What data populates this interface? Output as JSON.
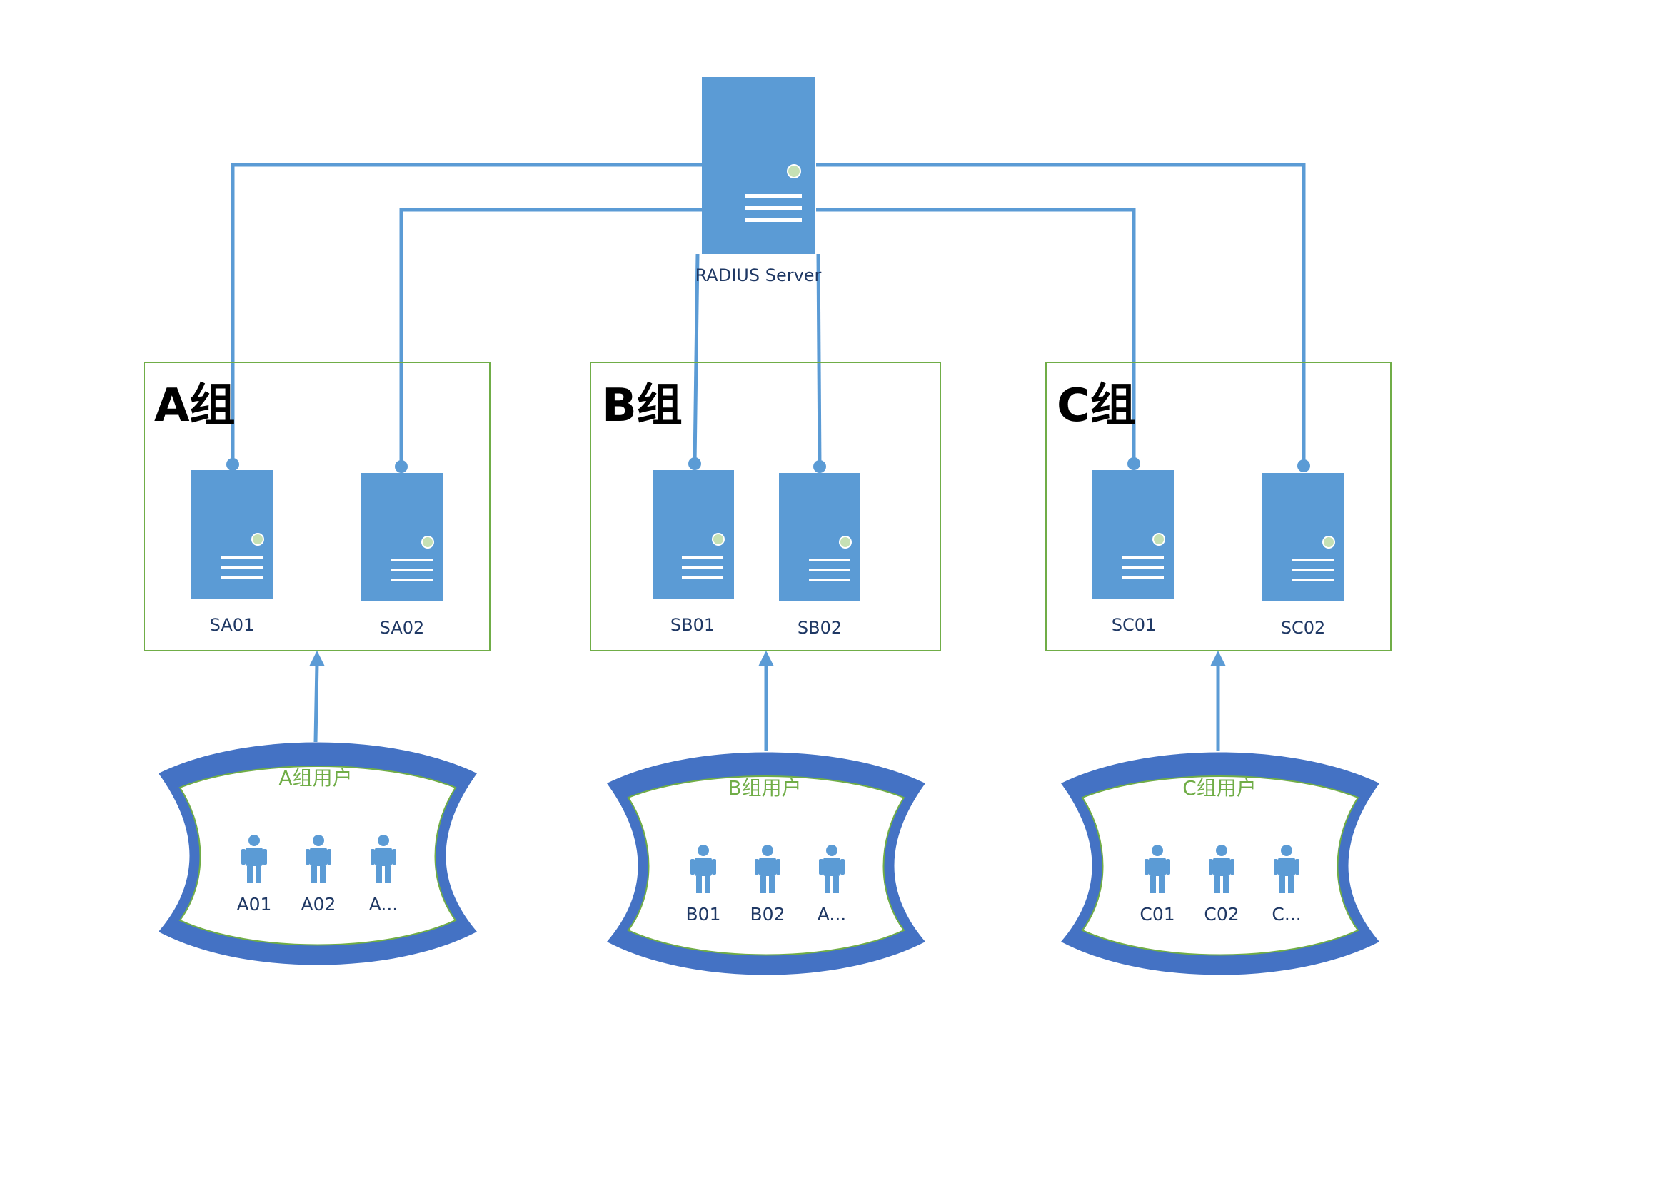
{
  "colors": {
    "server": "#5b9bd5",
    "connector": "#5b9bd5",
    "group_border": "#70ad47",
    "led": "#c5e0b4",
    "cloud_outer": "#4472c4",
    "users_title": "#70ad47",
    "label": "#1f3864"
  },
  "radius": {
    "label": "RADIUS Server"
  },
  "groups": [
    {
      "title": "A组",
      "servers": [
        {
          "label": "SA01"
        },
        {
          "label": "SA02"
        }
      ],
      "users_title": "A组用户",
      "users": [
        {
          "label": "A01"
        },
        {
          "label": "A02"
        },
        {
          "label": "A..."
        }
      ]
    },
    {
      "title": "B组",
      "servers": [
        {
          "label": "SB01"
        },
        {
          "label": "SB02"
        }
      ],
      "users_title": "B组用户",
      "users": [
        {
          "label": "B01"
        },
        {
          "label": "B02"
        },
        {
          "label": "A..."
        }
      ]
    },
    {
      "title": "C组",
      "servers": [
        {
          "label": "SC01"
        },
        {
          "label": "SC02"
        }
      ],
      "users_title": "C组用户",
      "users": [
        {
          "label": "C01"
        },
        {
          "label": "C02"
        },
        {
          "label": "C..."
        }
      ]
    }
  ]
}
